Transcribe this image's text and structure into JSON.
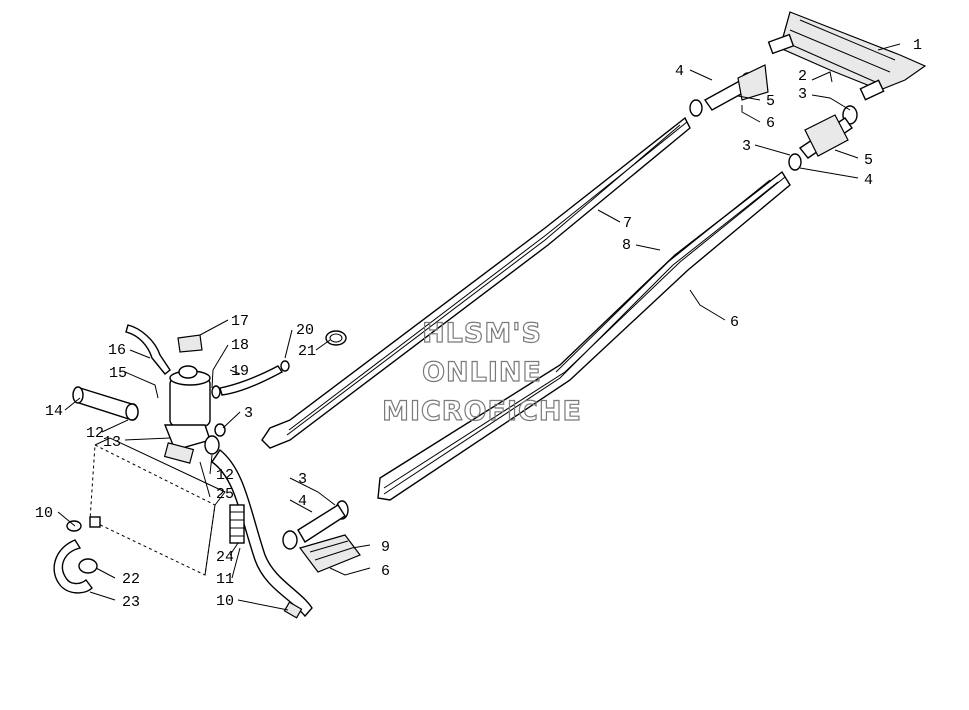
{
  "watermark": {
    "line1": "HLSM'S",
    "line2": "ONLINE",
    "line3": "MICROFICHE"
  },
  "callouts": [
    {
      "id": "label-1",
      "text": "1"
    },
    {
      "id": "label-2",
      "text": "2"
    },
    {
      "id": "label-3a",
      "text": "3"
    },
    {
      "id": "label-3b",
      "text": "3"
    },
    {
      "id": "label-3c",
      "text": "3"
    },
    {
      "id": "label-3d",
      "text": "3"
    },
    {
      "id": "label-4a",
      "text": "4"
    },
    {
      "id": "label-4b",
      "text": "4"
    },
    {
      "id": "label-4c",
      "text": "4"
    },
    {
      "id": "label-5a",
      "text": "5"
    },
    {
      "id": "label-5b",
      "text": "5"
    },
    {
      "id": "label-6a",
      "text": "6"
    },
    {
      "id": "label-6b",
      "text": "6"
    },
    {
      "id": "label-6c",
      "text": "6"
    },
    {
      "id": "label-7",
      "text": "7"
    },
    {
      "id": "label-8",
      "text": "8"
    },
    {
      "id": "label-9",
      "text": "9"
    },
    {
      "id": "label-10a",
      "text": "10"
    },
    {
      "id": "label-10b",
      "text": "10"
    },
    {
      "id": "label-11",
      "text": "11"
    },
    {
      "id": "label-12a",
      "text": "12"
    },
    {
      "id": "label-12b",
      "text": "12"
    },
    {
      "id": "label-13",
      "text": "13"
    },
    {
      "id": "label-14",
      "text": "14"
    },
    {
      "id": "label-15",
      "text": "15"
    },
    {
      "id": "label-16",
      "text": "16"
    },
    {
      "id": "label-17",
      "text": "17"
    },
    {
      "id": "label-18",
      "text": "18"
    },
    {
      "id": "label-19",
      "text": "19"
    },
    {
      "id": "label-20",
      "text": "20"
    },
    {
      "id": "label-21",
      "text": "21"
    },
    {
      "id": "label-22",
      "text": "22"
    },
    {
      "id": "label-23",
      "text": "23"
    },
    {
      "id": "label-24",
      "text": "24"
    },
    {
      "id": "label-25",
      "text": "25"
    }
  ]
}
